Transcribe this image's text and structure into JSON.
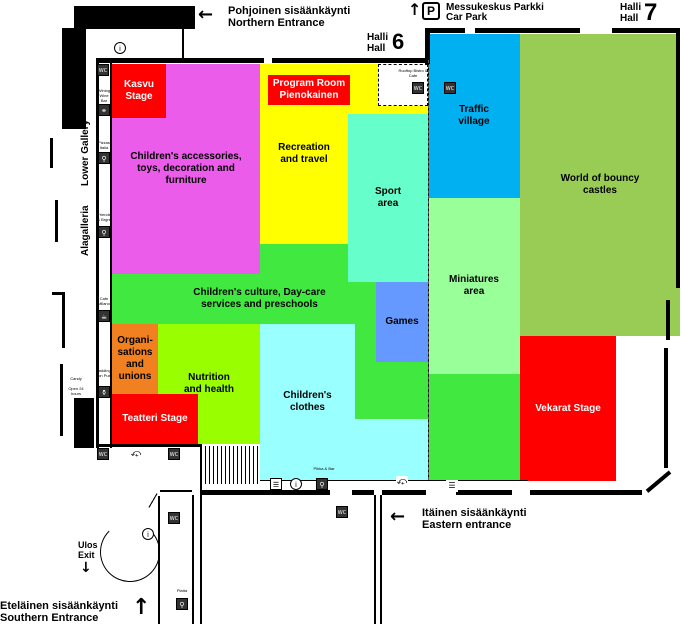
{
  "entrances": {
    "north": {
      "fi": "Pohjoinen sisäänkäynti",
      "en": "Northern Entrance"
    },
    "east": {
      "fi": "Itäinen sisäänkäynti",
      "en": "Eastern entrance"
    },
    "south": {
      "fi": "Eteläinen sisäänkäynti",
      "en": "Southern Entrance"
    },
    "exit": {
      "fi": "Ulos",
      "en": "Exit"
    }
  },
  "car_park": {
    "fi": "Messukeskus Parkki",
    "en": "Car Park",
    "icon": "P"
  },
  "halls": {
    "hall6": {
      "fi": "Halli",
      "en": "Hall",
      "number": "6"
    },
    "hall7": {
      "fi": "Halli",
      "en": "Hall",
      "number": "7"
    }
  },
  "galleries": {
    "lower": "Lower Gallery",
    "ala": "Alagalleria"
  },
  "zones": {
    "childrens_accessories": "Children's accessories, toys, decoration and furniture",
    "recreation": "Recreation and travel",
    "sport": "Sport area",
    "traffic": "Traffic village",
    "bouncy": "World of bouncy castles",
    "culture": "Children's culture, Day-care services and preschools",
    "games": "Games",
    "miniatures": "Miniatures area",
    "organisations": "Organi-sations and unions",
    "nutrition": "Nutrition and health",
    "clothes": "Children's clothes"
  },
  "stages": {
    "kasvu": "Kasvu Stage",
    "program_room": "Program Room Pienokainen",
    "teatteri": "Teatteri Stage",
    "vekarat": "Vekarat Stage"
  },
  "services": {
    "wc": "WC",
    "info": "i",
    "wining": "Wining Wine Bar",
    "pizzas": "Pizzas Italia",
    "friends": "Friends & Brgrs",
    "cafe": "Cafe Milano",
    "paddington": "Padding-ton Pub",
    "candy": "Candy",
    "open24": "Open 24 hours",
    "rooftop": "Rooftop Bistro & Cafe",
    "pihka": "Pihka & Bar",
    "platta": "Platta"
  },
  "colors": {
    "magenta": "#ec5ceb",
    "yellow": "#ffff00",
    "aqua_green": "#66ffcc",
    "sky_blue": "#00b0f0",
    "olive_green": "#99cc55",
    "bright_green": "#40e840",
    "light_green": "#99ff99",
    "lime": "#99ff00",
    "orange": "#f08020",
    "light_cyan": "#99ffff",
    "steel_blue": "#6699ff",
    "red": "#ff0000"
  }
}
